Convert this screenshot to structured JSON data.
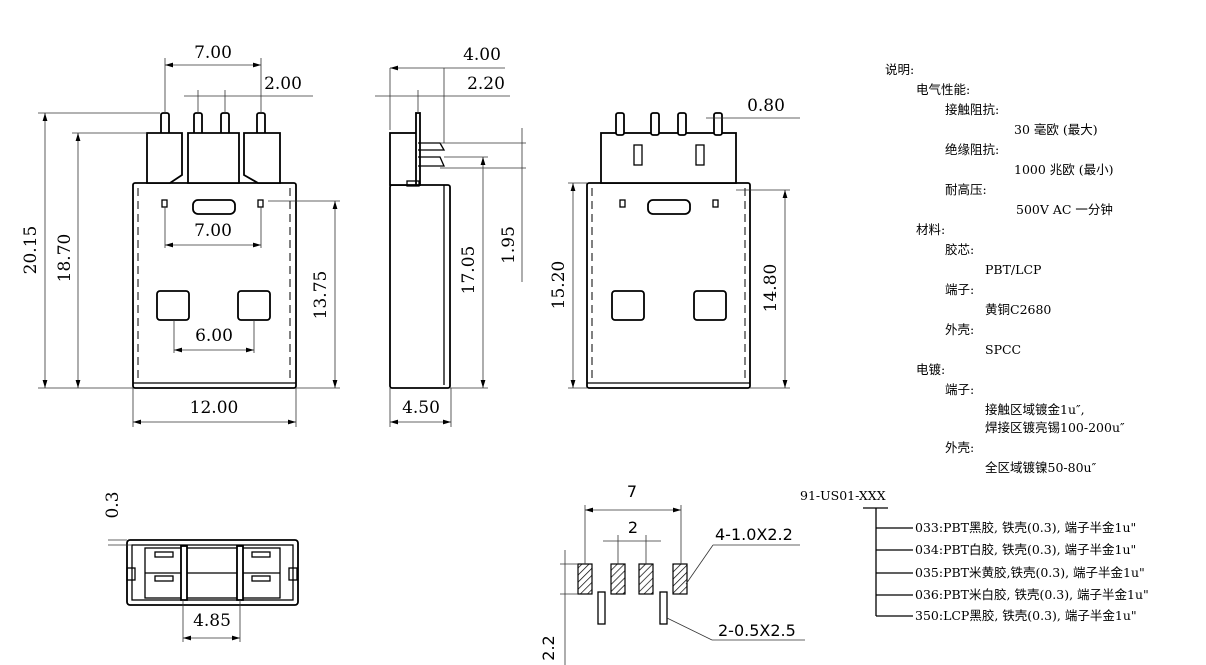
{
  "front_view": {
    "dim_pin_span": "7.00",
    "dim_pin_pitch": "2.00",
    "dim_total_height": "20.15",
    "dim_housing_height": "18.70",
    "dim_slot_span": "7.00",
    "dim_window_span": "6.00",
    "dim_slot_height": "13.75",
    "dim_width": "12.00"
  },
  "side_view": {
    "dim_depth": "4.00",
    "dim_pin_offset": "2.20",
    "dim_height": "17.05",
    "dim_latch": "1.95",
    "dim_thickness": "4.50"
  },
  "rear_view": {
    "dim_pin_width": "0.80",
    "dim_left_height": "15.20",
    "dim_right_height": "14.80"
  },
  "bottom_view": {
    "dim_shell_thickness": "0.3",
    "dim_inner_width": "4.85"
  },
  "footprint": {
    "dim_outer": "7",
    "dim_pitch": "2",
    "dim_row": "2.2",
    "pad_label": "4-1.0X2.2",
    "slot_label": "2-0.5X2.5"
  },
  "notes": {
    "title": "说明:",
    "electrical": "电气性能:",
    "contact_resistance": "接触阻抗:",
    "contact_resistance_value": "30 毫欧 (最大)",
    "insulation_resistance": "绝缘阻抗:",
    "insulation_resistance_value": "1000 兆欧 (最小)",
    "withstand_voltage": "耐高压:",
    "withstand_voltage_value": "500V AC 一分钟",
    "materials": "材料:",
    "insulator": "胶芯:",
    "insulator_value": "PBT/LCP",
    "terminal": "端子:",
    "terminal_value": "黄铜C2680",
    "shell": "外壳:",
    "shell_value": "SPCC",
    "plating": "电镀:",
    "plating_terminal": "端子:",
    "plating_terminal_value1": "接触区域镀金1u″,",
    "plating_terminal_value2": "焊接区镀亮锡100-200u″",
    "plating_shell": "外壳:",
    "plating_shell_value": "全区域镀镍50-80u″"
  },
  "part_number": {
    "code": "91-US01-XXX",
    "options": [
      "033:PBT黑胶, 铁壳(0.3), 端子半金1u\"",
      "034:PBT白胶, 铁壳(0.3), 端子半金1u\"",
      "035:PBT米黄胶,铁壳(0.3), 端子半金1u\"",
      "036:PBT米白胶, 铁壳(0.3), 端子半金1u\"",
      "350:LCP黑胶, 铁壳(0.3), 端子半金1u\""
    ]
  }
}
